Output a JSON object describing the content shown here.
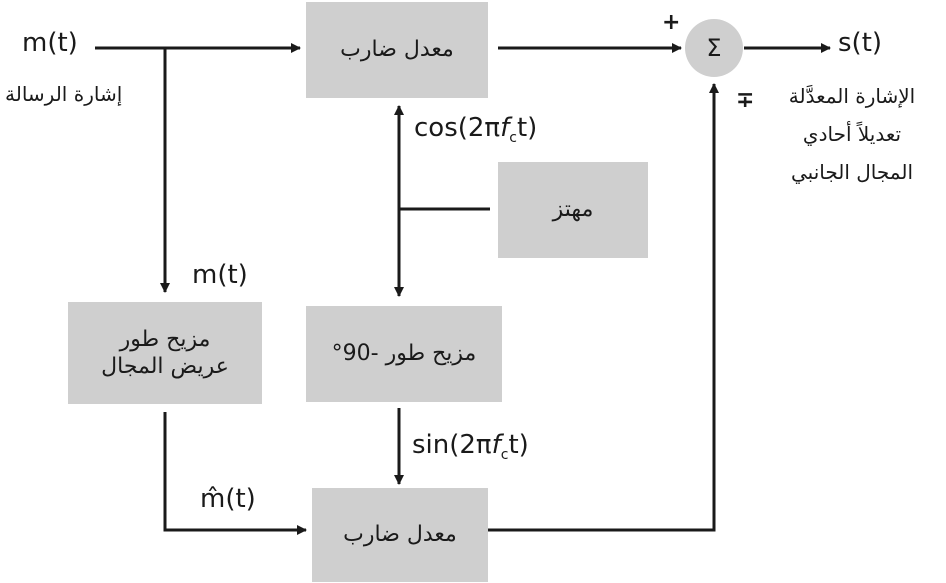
{
  "blocks": {
    "multiplier_top": "معدل ضارب",
    "oscillator": "مهتز",
    "hilbert_line1": "مزيح طور",
    "hilbert_line2": "عريض المجال",
    "phase_shifter_90": "مزيح طور -90°",
    "multiplier_bottom": "معدل ضارب",
    "summer_symbol": "Σ"
  },
  "signals": {
    "input": "m(t)",
    "input_label": "إشارة الرسالة",
    "branch_input": "m(t)",
    "hilbert_output": "m̂(t)",
    "cos_carrier_prefix": "cos(2π",
    "sin_carrier_prefix": "sin(2π",
    "carrier_f": "f",
    "carrier_sub": "c",
    "carrier_suffix": "t)",
    "output": "s(t)",
    "output_label_line1": "الإشارة المعدَّلة",
    "output_label_line2": "تعديلاً أحادي",
    "output_label_line3": "المجال الجانبي"
  },
  "summer_signs": {
    "top": "+",
    "bottom": "∓"
  }
}
